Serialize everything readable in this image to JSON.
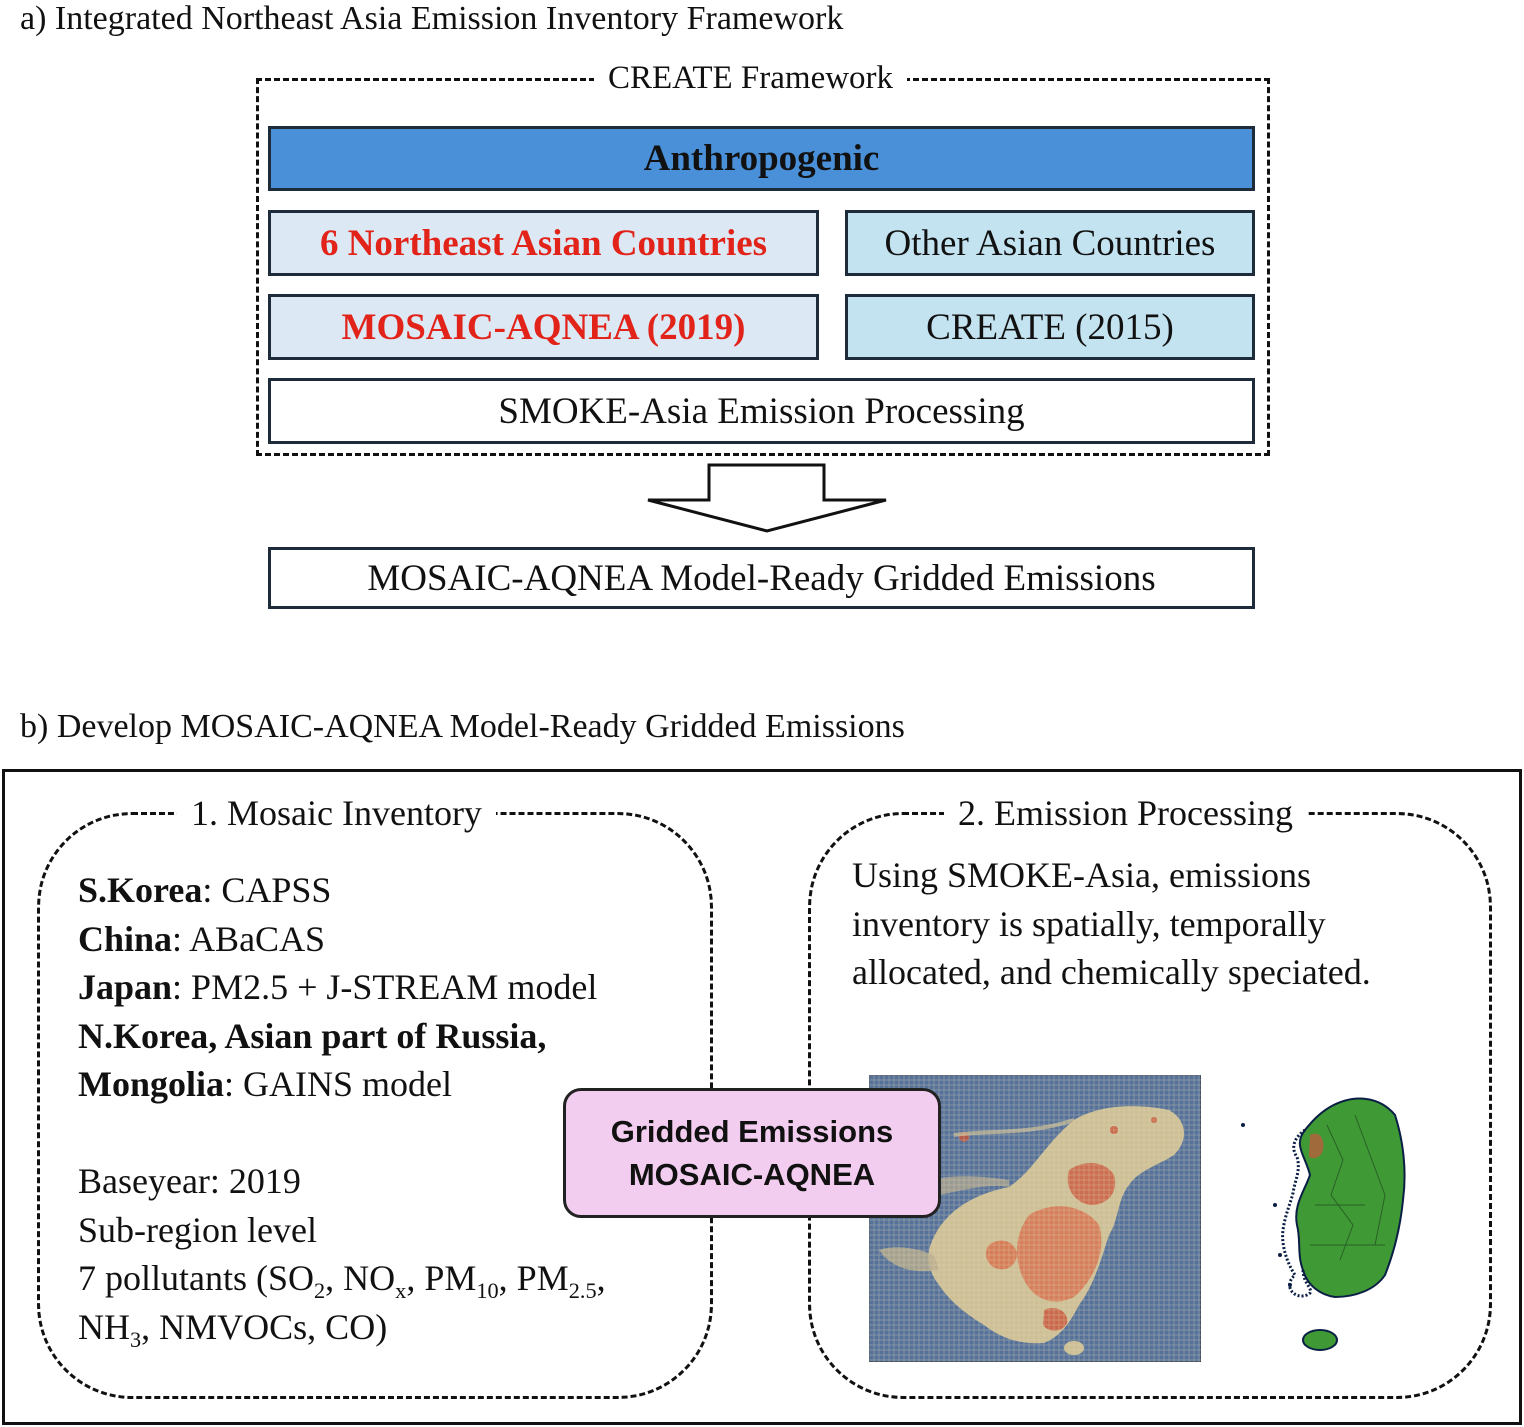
{
  "panel_a": {
    "title": "a) Integrated Northeast Asia Emission Inventory Framework",
    "framework_label": "CREATE Framework",
    "anthropogenic": "Anthropogenic",
    "ne_countries": "6 Northeast Asian Countries",
    "other_countries": "Other Asian Countries",
    "mosaic_2019": "MOSAIC-AQNEA (2019)",
    "create_2015": "CREATE (2015)",
    "smoke_processing": "SMOKE-Asia Emission Processing",
    "output": "MOSAIC-AQNEA Model-Ready Gridded Emissions"
  },
  "panel_b": {
    "title": "b) Develop MOSAIC-AQNEA Model-Ready Gridded Emissions",
    "inventory": {
      "heading": "1. Mosaic Inventory",
      "skorea_label": "S.Korea",
      "skorea_value": ": CAPSS",
      "china_label": "China",
      "china_value": ": ABaCAS",
      "japan_label": "Japan",
      "japan_value": ": PM2.5 + J-STREAM model",
      "others_label_1": "N.Korea, Asian part of Russia,",
      "others_label_2": "Mongolia",
      "others_value": ": GAINS model",
      "baseyear": "Baseyear: 2019",
      "subregion": "Sub-region level",
      "pollutants_prefix": "7 pollutants (SO",
      "so2_sub": "2",
      "nox_text": ", NO",
      "nox_sub": "x",
      "pm10_text": ", PM",
      "pm10_sub": "10",
      "pm25_text": ", PM",
      "pm25_sub": "2.5",
      "pm25_tail": ",",
      "nh3_text": "NH",
      "nh3_sub": "3",
      "pollutants_tail": ", NMVOCs, CO)"
    },
    "processing": {
      "heading": "2. Emission Processing",
      "line1": "Using SMOKE-Asia, emissions",
      "line2": "inventory is spatially, temporally",
      "line3": "allocated, and chemically speciated."
    },
    "badge": {
      "line1": "Gridded Emissions",
      "line2": "MOSAIC-AQNEA"
    }
  },
  "colors": {
    "anthropogenic_fill": "#4a90d9",
    "highlight_fill": "#dce9f5",
    "light_blue_fill": "#c4e3f0",
    "red_text": "#e2231a",
    "badge_fill": "#f2cdef",
    "map_ocean": "#56729a",
    "korea_land": "#3f9a36"
  }
}
